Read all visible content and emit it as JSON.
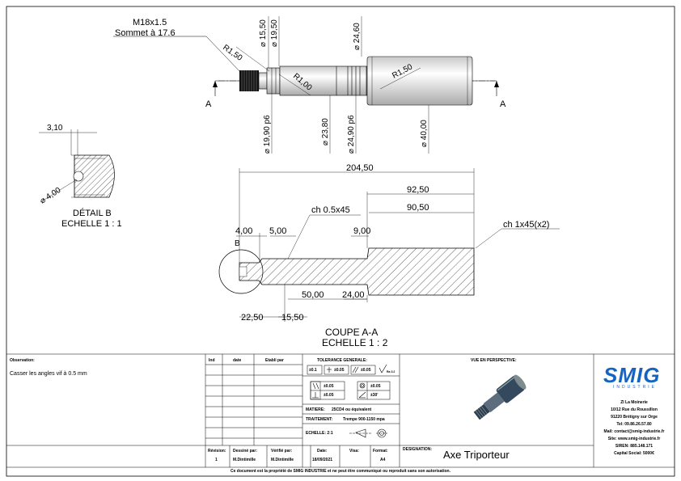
{
  "views": {
    "top": {
      "thread": "M18x1.5",
      "thread_note": "Sommet à 17.6",
      "r1": "R1,50",
      "r2": "R1,00",
      "r3": "R1,50",
      "d1": "⌀ 15,50",
      "d2": "⌀ 19,50",
      "d3": "⌀ 24,60",
      "d4": "⌀ 19,90 p6",
      "d5": "⌀ 23,80",
      "d6": "⌀ 24,90 p6",
      "d7": "⌀ 40,00",
      "section_left": "A",
      "section_right": "A"
    },
    "detail": {
      "dim_310": "3,10",
      "dim_d4": "⌀ 4,00",
      "title": "DÉTAIL B",
      "scale": "ECHELLE 1 : 1"
    },
    "section": {
      "dim_total": "204,50",
      "dim_9250": "92,50",
      "dim_9050": "90,50",
      "chamfer1": "ch 0.5x45",
      "chamfer2": "ch 1x45(x2)",
      "dim_400": "4,00",
      "dim_500": "5,00",
      "dim_900": "9,00",
      "detail_ref": "B",
      "dim_5000": "50,00",
      "dim_2400": "24,00",
      "dim_2250": "22,50",
      "dim_1550": "15,50",
      "title": "COUPE A-A",
      "scale": "ECHELLE 1 : 2"
    }
  },
  "title_block": {
    "observation_label": "Observation:",
    "observation_text": "Casser les angles vif à 0.5 mm",
    "rev_cols": [
      "Ind",
      "date",
      "Etabli par"
    ],
    "tolerance_label": "TOLERANCE GENERALE:",
    "tol_pm": "±0.1",
    "tol_pos": "±0.05",
    "tol_flat": "±0.05",
    "tol_rough": "Ra 3.2",
    "tol_par": "±0.05",
    "tol_perp": "±0.05",
    "tol_conc": "±0.05",
    "tol_angle": "±30'",
    "matiere_label": "MATIERE:",
    "matiere_value": "25CD4 ou équivalent",
    "traitement_label": "TRAITEMENT:",
    "traitement_value": "Trempe 900-1150 mpa",
    "echelle_label": "ECHELLE: 2:1",
    "perspective_label": "VUE EN PERSPECTIVE:",
    "revision_label": "Révision:",
    "revision_value": "1",
    "dessine_label": "Dessiné par:",
    "dessine_value": "M.Dintimille",
    "verifie_label": "Vérifié par:",
    "verifie_value": "M.Dintimille",
    "date_label": "Date:",
    "date_value": "18/09/2021",
    "visa_label": "Visa:",
    "format_label": "Format:",
    "format_value": "A4",
    "designation_label": "DESIGNATION:",
    "designation_value": "Axe Triporteur",
    "footer": "Ce document est la propriété de SMIG INDUSTRIE et ne peut être communiqué ou reproduit sans son autorisation."
  },
  "company": {
    "logo_text": "SMIG",
    "logo_sub": "INDUSTRIE",
    "address1": "ZI La Moinerie",
    "address2": "10/12 Rue du Roussillon",
    "address3": "91220 Brétigny sur Orge",
    "phone": "Tel: 09.86.26.57.80",
    "mail": "Mail: contact@smig-industrie.fr",
    "site": "Site: www.smig-industrie.fr",
    "siren": "SIREN: 885.148.171",
    "capital": "Capital Social: 5000€"
  },
  "colors": {
    "logo_blue": "#1565c0",
    "part_dark": "#2c3e50",
    "part_mid": "#5d6d7e"
  }
}
